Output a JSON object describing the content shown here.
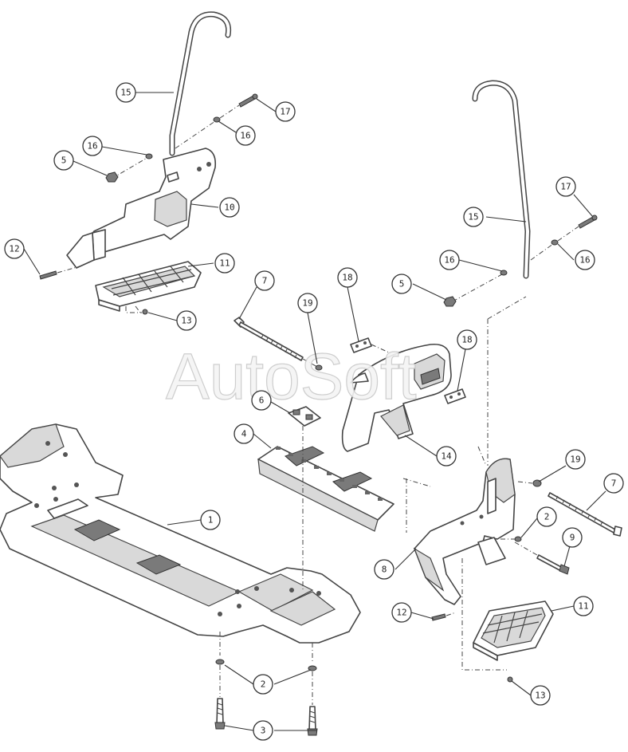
{
  "watermark": "AutoSoft",
  "callouts": [
    {
      "id": "c15a",
      "label": "15"
    },
    {
      "id": "c17a",
      "label": "17"
    },
    {
      "id": "c16a",
      "label": "16"
    },
    {
      "id": "c16b",
      "label": "16"
    },
    {
      "id": "c5a",
      "label": "5"
    },
    {
      "id": "c10",
      "label": "10"
    },
    {
      "id": "c12a",
      "label": "12"
    },
    {
      "id": "c11a",
      "label": "11"
    },
    {
      "id": "c13a",
      "label": "13"
    },
    {
      "id": "c7a",
      "label": "7"
    },
    {
      "id": "c19a",
      "label": "19"
    },
    {
      "id": "c18a",
      "label": "18"
    },
    {
      "id": "c18b",
      "label": "18"
    },
    {
      "id": "c6",
      "label": "6"
    },
    {
      "id": "c4",
      "label": "4"
    },
    {
      "id": "c14",
      "label": "14"
    },
    {
      "id": "c1",
      "label": "1"
    },
    {
      "id": "c15b",
      "label": "15"
    },
    {
      "id": "c17b",
      "label": "17"
    },
    {
      "id": "c16c",
      "label": "16"
    },
    {
      "id": "c16d",
      "label": "16"
    },
    {
      "id": "c5b",
      "label": "5"
    },
    {
      "id": "c19b",
      "label": "19"
    },
    {
      "id": "c7b",
      "label": "7"
    },
    {
      "id": "c2a",
      "label": "2"
    },
    {
      "id": "c9",
      "label": "9"
    },
    {
      "id": "c8",
      "label": "8"
    },
    {
      "id": "c12b",
      "label": "12"
    },
    {
      "id": "c11b",
      "label": "11"
    },
    {
      "id": "c13b",
      "label": "13"
    },
    {
      "id": "c2b",
      "label": "2"
    },
    {
      "id": "c3",
      "label": "3"
    }
  ]
}
